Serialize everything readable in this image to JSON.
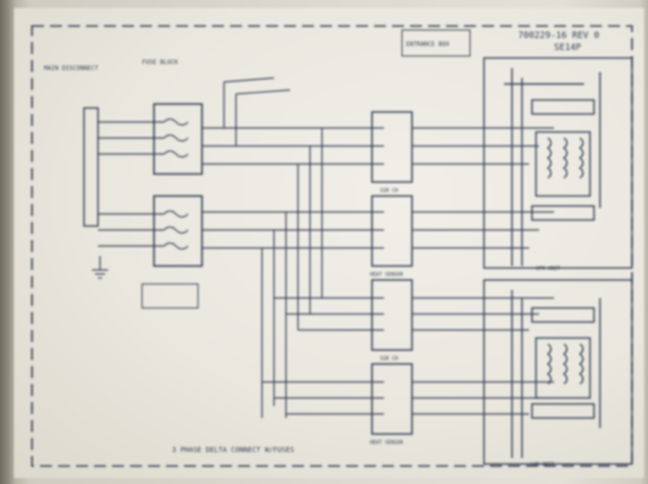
{
  "header": {
    "drawing_number": "700229-16 REV 0",
    "model": "SE14P",
    "entrance_box": "ENTRANCE BOX"
  },
  "labels": {
    "main_disconnect": "MAIN DISCONNECT",
    "fuse_block": "FUSE BLOCK",
    "ssr_ch1": "SSR CH",
    "heat_sensor_1": "HEAT SENSOR",
    "ssr_ch2": "SSR CH",
    "heat_sensor_2": "HEAT SENSOR",
    "upper_unit": "UPR UNIT",
    "lower_unit": "LWR UNIT",
    "footer": "3 PHASE DELTA CONNECT W/FUSES"
  },
  "colors": {
    "ink": "#2f3a52",
    "paper": "#eceae2",
    "frame": "#8c8478"
  }
}
